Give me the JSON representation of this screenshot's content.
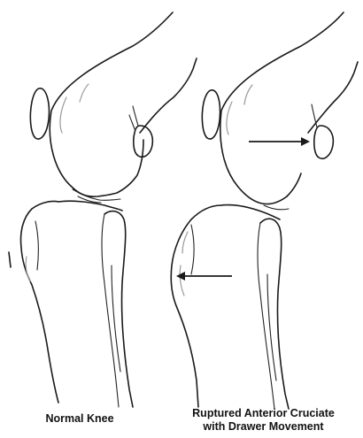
{
  "labels": {
    "normal": "Normal Knee",
    "ruptured_line1": "Ruptured Anterior Cruciate",
    "ruptured_line2": "with Drawer Movement"
  },
  "colors": {
    "line": "#1a1a1a",
    "shade": "#9a9a9a",
    "background": "#ffffff"
  }
}
